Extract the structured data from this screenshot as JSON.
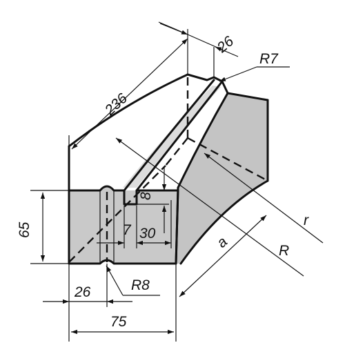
{
  "colors": {
    "outline": "#111111",
    "face_shade": "#c9c9c9",
    "background": "#ffffff"
  },
  "dimensions": {
    "length": "236",
    "slot_width_top": "26",
    "radius_top": "R7",
    "height": "65",
    "slot_width_bottom": "26",
    "radius_bottom": "R8",
    "width": "75",
    "depth": "8",
    "offset": "7",
    "slot_span": "30",
    "chord": "a",
    "outer_radius": "R",
    "inner_radius": "r"
  }
}
